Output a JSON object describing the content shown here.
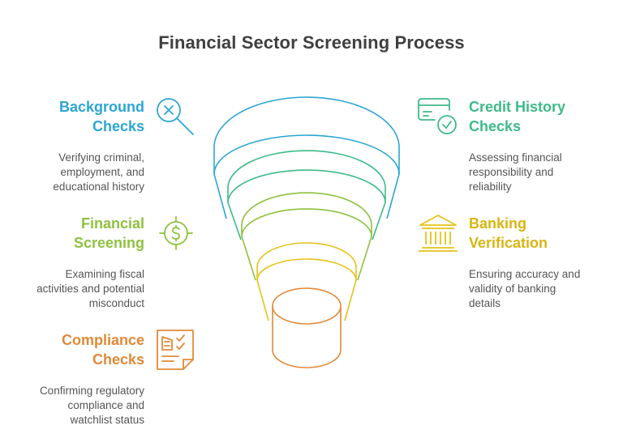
{
  "title": "Financial Sector Screening Process",
  "colors": {
    "blue": "#2ba6d3",
    "teal": "#3fba8a",
    "green": "#8ec13f",
    "yellow": "#e5c31a",
    "orange": "#e08a37"
  },
  "steps": {
    "background": {
      "title": [
        "Background",
        "Checks"
      ],
      "desc": [
        "Verifying criminal,",
        "employment, and",
        "educational history"
      ],
      "icon": "magnifier-x-icon"
    },
    "credit": {
      "title": [
        "Credit History",
        "Checks"
      ],
      "desc": [
        "Assessing financial",
        "responsibility and",
        "reliability"
      ],
      "icon": "credit-card-check-icon"
    },
    "financial": {
      "title": [
        "Financial",
        "Screening"
      ],
      "desc": [
        "Examining fiscal",
        "activities and potential",
        "misconduct"
      ],
      "icon": "dollar-target-icon"
    },
    "banking": {
      "title": [
        "Banking",
        "Verification"
      ],
      "desc": [
        "Ensuring accuracy and",
        "validity of banking",
        "details"
      ],
      "icon": "bank-building-icon"
    },
    "compliance": {
      "title": [
        "Compliance",
        "Checks"
      ],
      "desc": [
        "Confirming regulatory",
        "compliance and",
        "watchlist status"
      ],
      "icon": "checklist-document-icon"
    }
  }
}
